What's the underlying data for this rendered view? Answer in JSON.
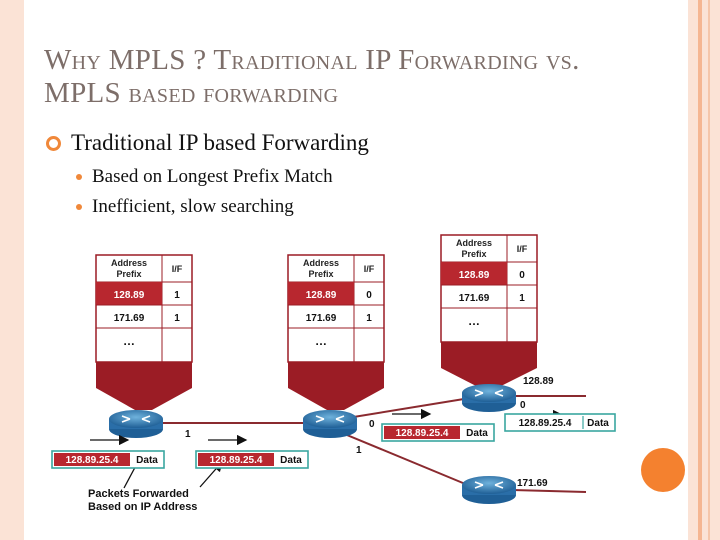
{
  "title": "Why MPLS ? Traditional IP Forwarding vs. MPLS based forwarding",
  "bullets": {
    "main": "Traditional IP based Forwarding",
    "sub": [
      "Based on Longest Prefix Match",
      "Inefficient, slow searching"
    ]
  },
  "diagram": {
    "table_headers": {
      "prefix": "Address Prefix",
      "prefix_line1": "Address",
      "prefix_line2": "Prefix",
      "iface": "I/F"
    },
    "tables": [
      {
        "rows": [
          [
            "128.89",
            "1"
          ],
          [
            "171.69",
            "1"
          ],
          [
            "…",
            ""
          ]
        ]
      },
      {
        "rows": [
          [
            "128.89",
            "0"
          ],
          [
            "171.69",
            "1"
          ],
          [
            "…",
            ""
          ]
        ]
      },
      {
        "rows": [
          [
            "128.89",
            "0"
          ],
          [
            "171.69",
            "1"
          ],
          [
            "…",
            ""
          ]
        ]
      }
    ],
    "link_labels": [
      "1",
      "0",
      "1",
      "0"
    ],
    "dest_labels": [
      "128.89",
      "171.69"
    ],
    "packets": [
      {
        "addr": "128.89.25.4",
        "payload": "Data"
      },
      {
        "addr": "128.89.25.4",
        "payload": "Data"
      },
      {
        "addr": "128.89.25.4",
        "payload": "Data"
      },
      {
        "addr": "128.89.25.4",
        "payload": "Data"
      }
    ],
    "caption_line1": "Packets Forwarded",
    "caption_line2": "Based on IP Address"
  },
  "colors": {
    "accent": "#f0883a",
    "table_red": "#b8272f",
    "funnel": "#9b1c25",
    "packet_border": "#3aa6a0",
    "title": "#7d6e69"
  }
}
